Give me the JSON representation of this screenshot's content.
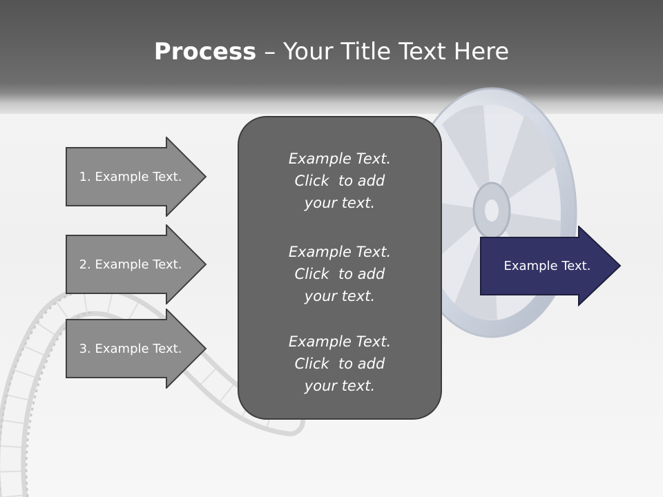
{
  "title": {
    "bold": "Process",
    "rest": " – Your Title Text Here"
  },
  "steps": [
    {
      "label": "1. Example Text."
    },
    {
      "label": "2. Example Text."
    },
    {
      "label": "3. Example Text."
    }
  ],
  "center_items": [
    {
      "lines": [
        "Example Text.",
        "Click  to add",
        "your text."
      ]
    },
    {
      "lines": [
        "Example Text.",
        "Click  to add",
        "your text."
      ]
    },
    {
      "lines": [
        "Example Text.",
        "Click  to add",
        "your text."
      ]
    }
  ],
  "result": {
    "label": "Example Text."
  },
  "colors": {
    "step_fill": "#8c8c8c",
    "step_border": "#3f3f3f",
    "center_fill": "#666666",
    "result_fill": "#333366",
    "header": "#5a5a5a"
  },
  "icons": [
    "film-reel-icon",
    "film-strip-icon"
  ]
}
